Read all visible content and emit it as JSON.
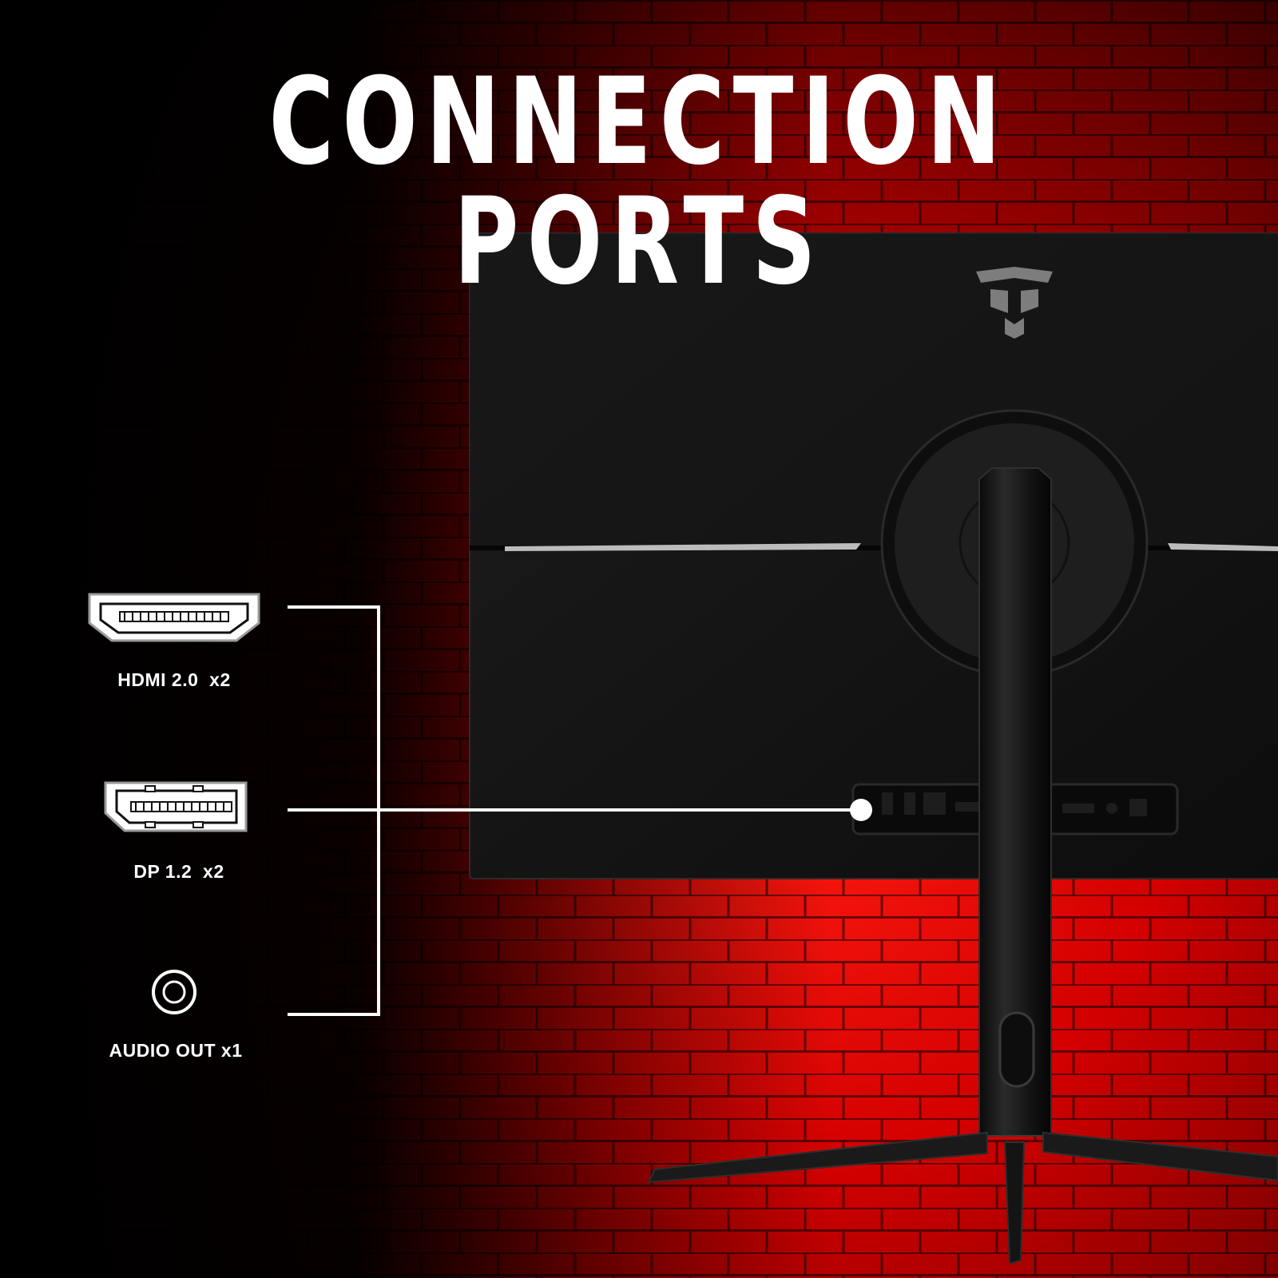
{
  "page": {
    "title": "CONNECTION PORTS"
  },
  "ports": [
    {
      "icon": "hdmi-port-icon",
      "label": "HDMI 2.0  x2"
    },
    {
      "icon": "displayport-icon",
      "label": "DP 1.2  x2"
    },
    {
      "icon": "audio-jack-icon",
      "label": "AUDIO OUT x1"
    }
  ],
  "colors": {
    "background_red": "#d40000",
    "background_dark": "#000000",
    "monitor_body": "#141414",
    "text": "#ffffff"
  }
}
